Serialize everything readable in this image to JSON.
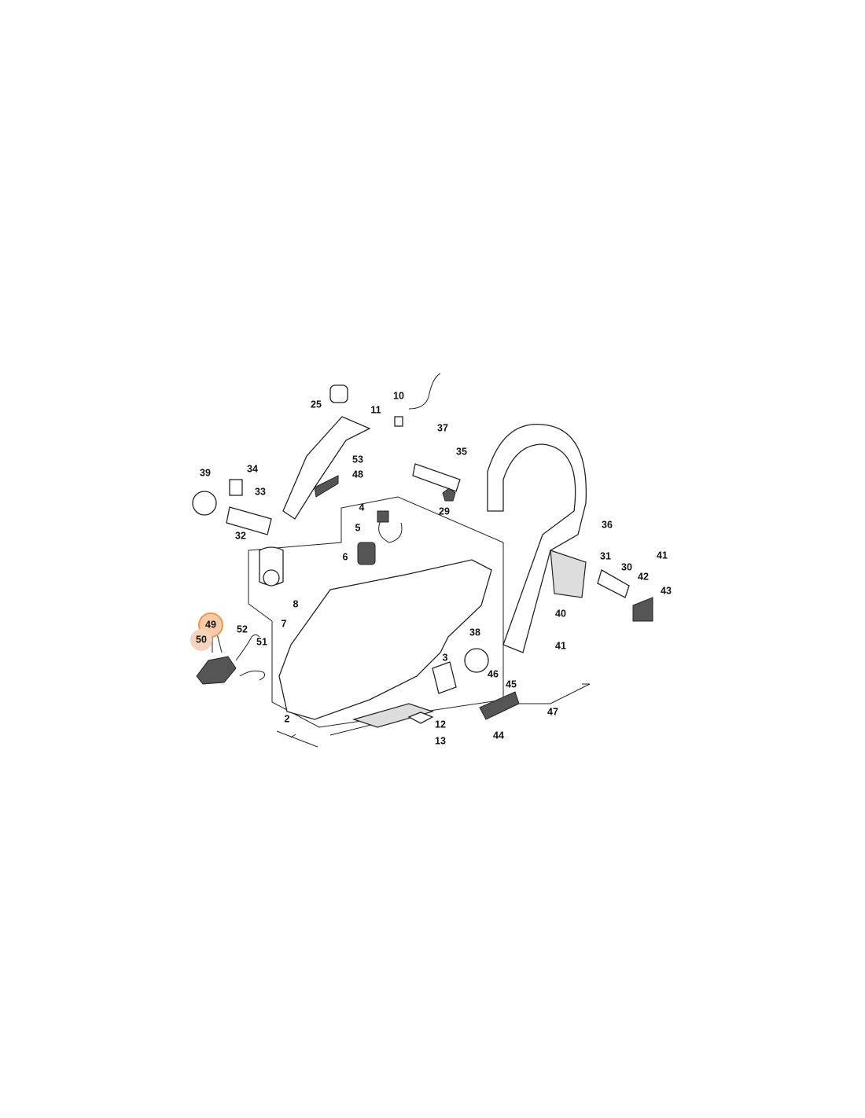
{
  "diagram": {
    "highlight_colors": {
      "ring": "#e89a55",
      "fill": "#f7cba6",
      "fill_light": "#f6d3bb"
    },
    "highlighted_parts": [
      "49",
      "50"
    ],
    "callouts": [
      "25",
      "10",
      "11",
      "37",
      "53",
      "35",
      "48",
      "39",
      "34",
      "33",
      "29",
      "36",
      "4",
      "5",
      "32",
      "6",
      "31",
      "30",
      "41",
      "42",
      "43",
      "8",
      "7",
      "40",
      "49",
      "50",
      "52",
      "51",
      "38",
      "41",
      "3",
      "46",
      "45",
      "47",
      "2",
      "12",
      "13",
      "44"
    ]
  }
}
